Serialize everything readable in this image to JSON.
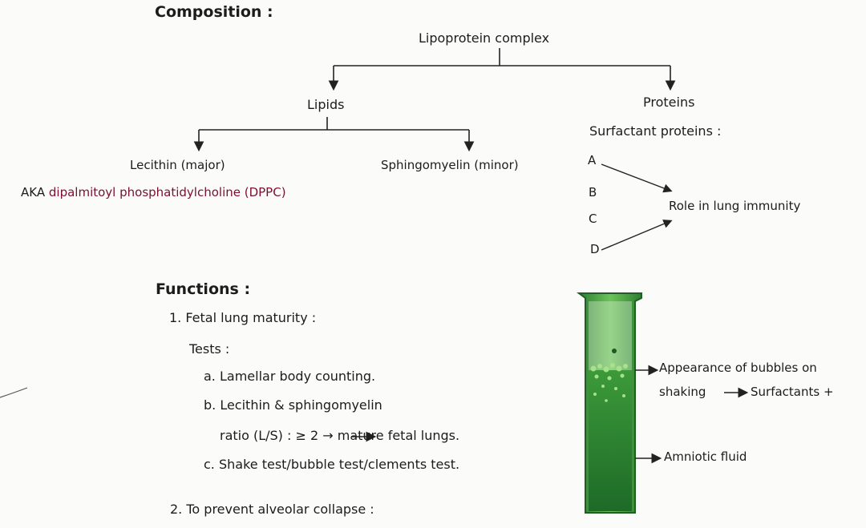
{
  "composition": {
    "heading": "Composition :",
    "root": "Lipoprotein complex",
    "lipids": {
      "label": "Lipids",
      "lecithin": "Lecithin (major)",
      "aka_prefix": "AKA",
      "aka_value": "dipalmitoyl phosphatidylcholine (DPPC)",
      "sphingomyelin": "Sphingomyelin (minor)"
    },
    "proteins": {
      "label": "Proteins",
      "subheading": "Surfactant proteins :",
      "letters": [
        "A",
        "B",
        "C",
        "D"
      ],
      "role": "Role in lung immunity"
    }
  },
  "functions": {
    "heading": "Functions :",
    "item1": "1. Fetal lung maturity :",
    "tests_label": "Tests :",
    "test_a": "a. Lamellar body counting.",
    "test_b1": "b. Lecithin & sphingomyelin",
    "test_b2": "ratio (L/S) : ≥ 2 → mature fetal lungs.",
    "test_c": "c. Shake test/bubble test/clements test.",
    "item2": "2. To prevent alveolar collapse :"
  },
  "tube": {
    "label1": "Appearance of bubbles on",
    "label2a": "shaking",
    "label2b": "Surfactants +",
    "label3": "Amniotic fluid",
    "colors": {
      "glass": "#3f8f3a",
      "fluid_dark": "#1f6b2a",
      "fluid_light": "#7fcf63"
    }
  }
}
